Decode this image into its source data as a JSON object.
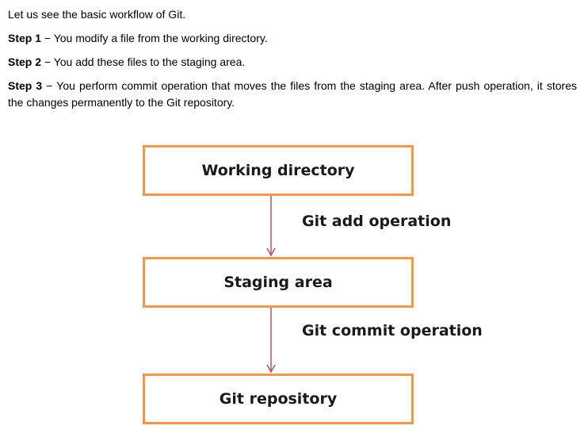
{
  "intro": "Let us see the basic workflow of Git.",
  "steps": [
    {
      "label": "Step 1",
      "text": " − You modify a file from the working directory."
    },
    {
      "label": "Step 2",
      "text": " − You add these files to the staging area."
    },
    {
      "label": "Step 3",
      "text": " − You perform commit operation that moves the files from the staging area. After push operation, it stores the changes permanently to the Git repository."
    }
  ],
  "diagram": {
    "boxes": {
      "working": "Working directory",
      "staging": "Staging area",
      "repository": "Git repository"
    },
    "operations": {
      "add": "Git add operation",
      "commit": "Git commit operation"
    },
    "colors": {
      "box_border": "#F79646",
      "arrow": "#C0504D"
    }
  }
}
